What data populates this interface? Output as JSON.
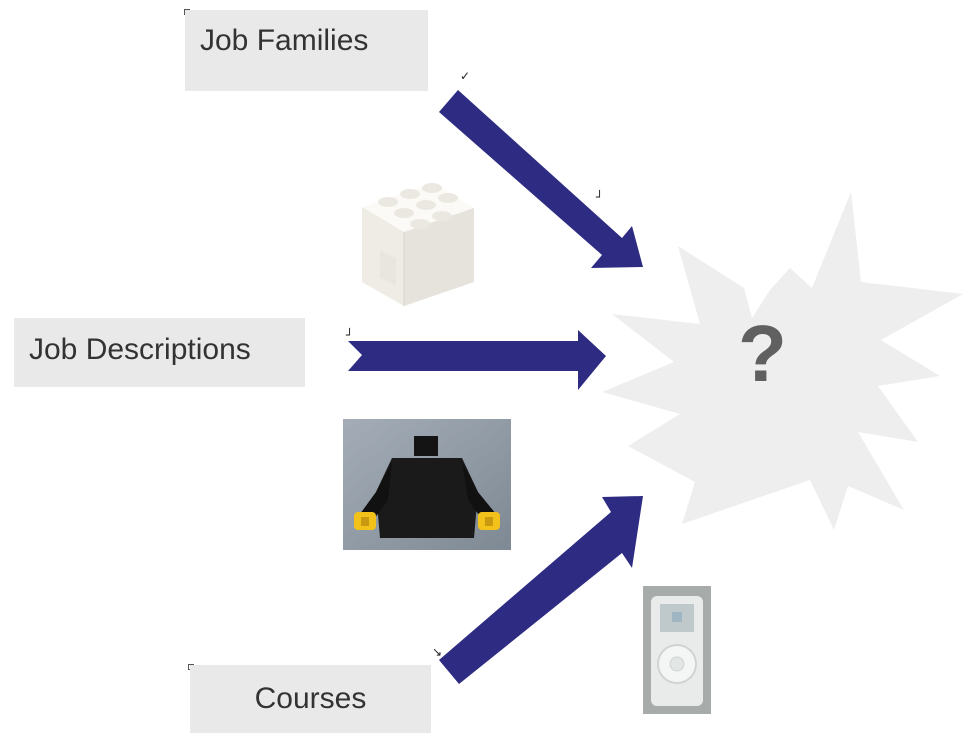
{
  "labels": {
    "job_families": "Job Families",
    "job_descriptions": "Job Descriptions",
    "courses": "Courses"
  },
  "burst": {
    "text": "?"
  },
  "colors": {
    "arrow": "#2e2b82",
    "label_bg": "#e9e9e9",
    "burst_fill": "#eeeeee",
    "question_mark": "#606060"
  },
  "icons": {
    "brick": "white-lego-brick-photo",
    "torso": "black-minifigure-torso-photo",
    "player": "white-media-player-photo"
  }
}
